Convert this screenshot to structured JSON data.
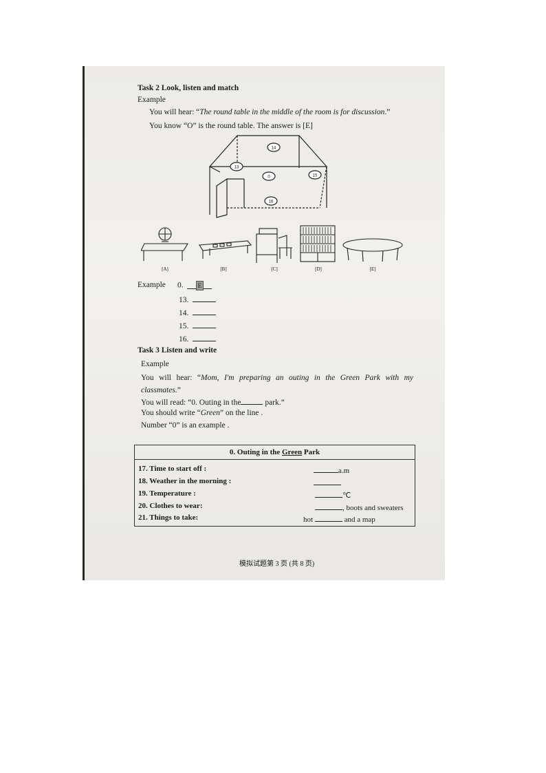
{
  "task2": {
    "title": "Task 2 Look, listen and match",
    "example_label": "Example",
    "hear_prefix": "You will hear: “",
    "hear_text": "The round table in the middle of the room is for discussion",
    "hear_suffix": ".”",
    "know_text": "You know “O” is the round table. The answer is [E]",
    "room_markers": [
      "14",
      "13",
      "0",
      "15",
      "16"
    ],
    "option_labels": [
      "[A]",
      "[B]",
      "[C]",
      "[D]",
      "[E]"
    ],
    "answer_example_label": "Example",
    "answer_example_num": "0.",
    "answer_example_value": "E",
    "questions": [
      "13.",
      "14.",
      "15.",
      "16."
    ]
  },
  "task3": {
    "title": "Task 3 Listen and write",
    "example_label": "Example",
    "hear_prefix": "You will hear: “",
    "hear_text": "Mom, I'm preparing an outing in the Green Park with my classmates.",
    "hear_suffix": "”",
    "read_prefix": "You will read: “0. Outing in the",
    "read_suffix": "park.”",
    "write_prefix": "You should write “",
    "write_word": "Green",
    "write_suffix": "” on the line .",
    "number_note": "Number “0” is an example .",
    "table_title_pre": "0. Outing in the ",
    "table_title_word": "Green",
    "table_title_post": " Park",
    "rows": [
      {
        "q": "17. Time to start off :",
        "pre": "",
        "post": "a.m"
      },
      {
        "q": "18. Weather in the morning :",
        "pre": "",
        "post": ""
      },
      {
        "q": "19. Temperature :",
        "pre": "",
        "post": "℃"
      },
      {
        "q": "20. Clothes to wear:",
        "pre": "",
        "post": ", boots and sweaters"
      },
      {
        "q": "21. Things to take:",
        "pre": "hot",
        "post": "and a map"
      }
    ]
  },
  "footer": "模拟试题第  3  页 (共 8 页)"
}
